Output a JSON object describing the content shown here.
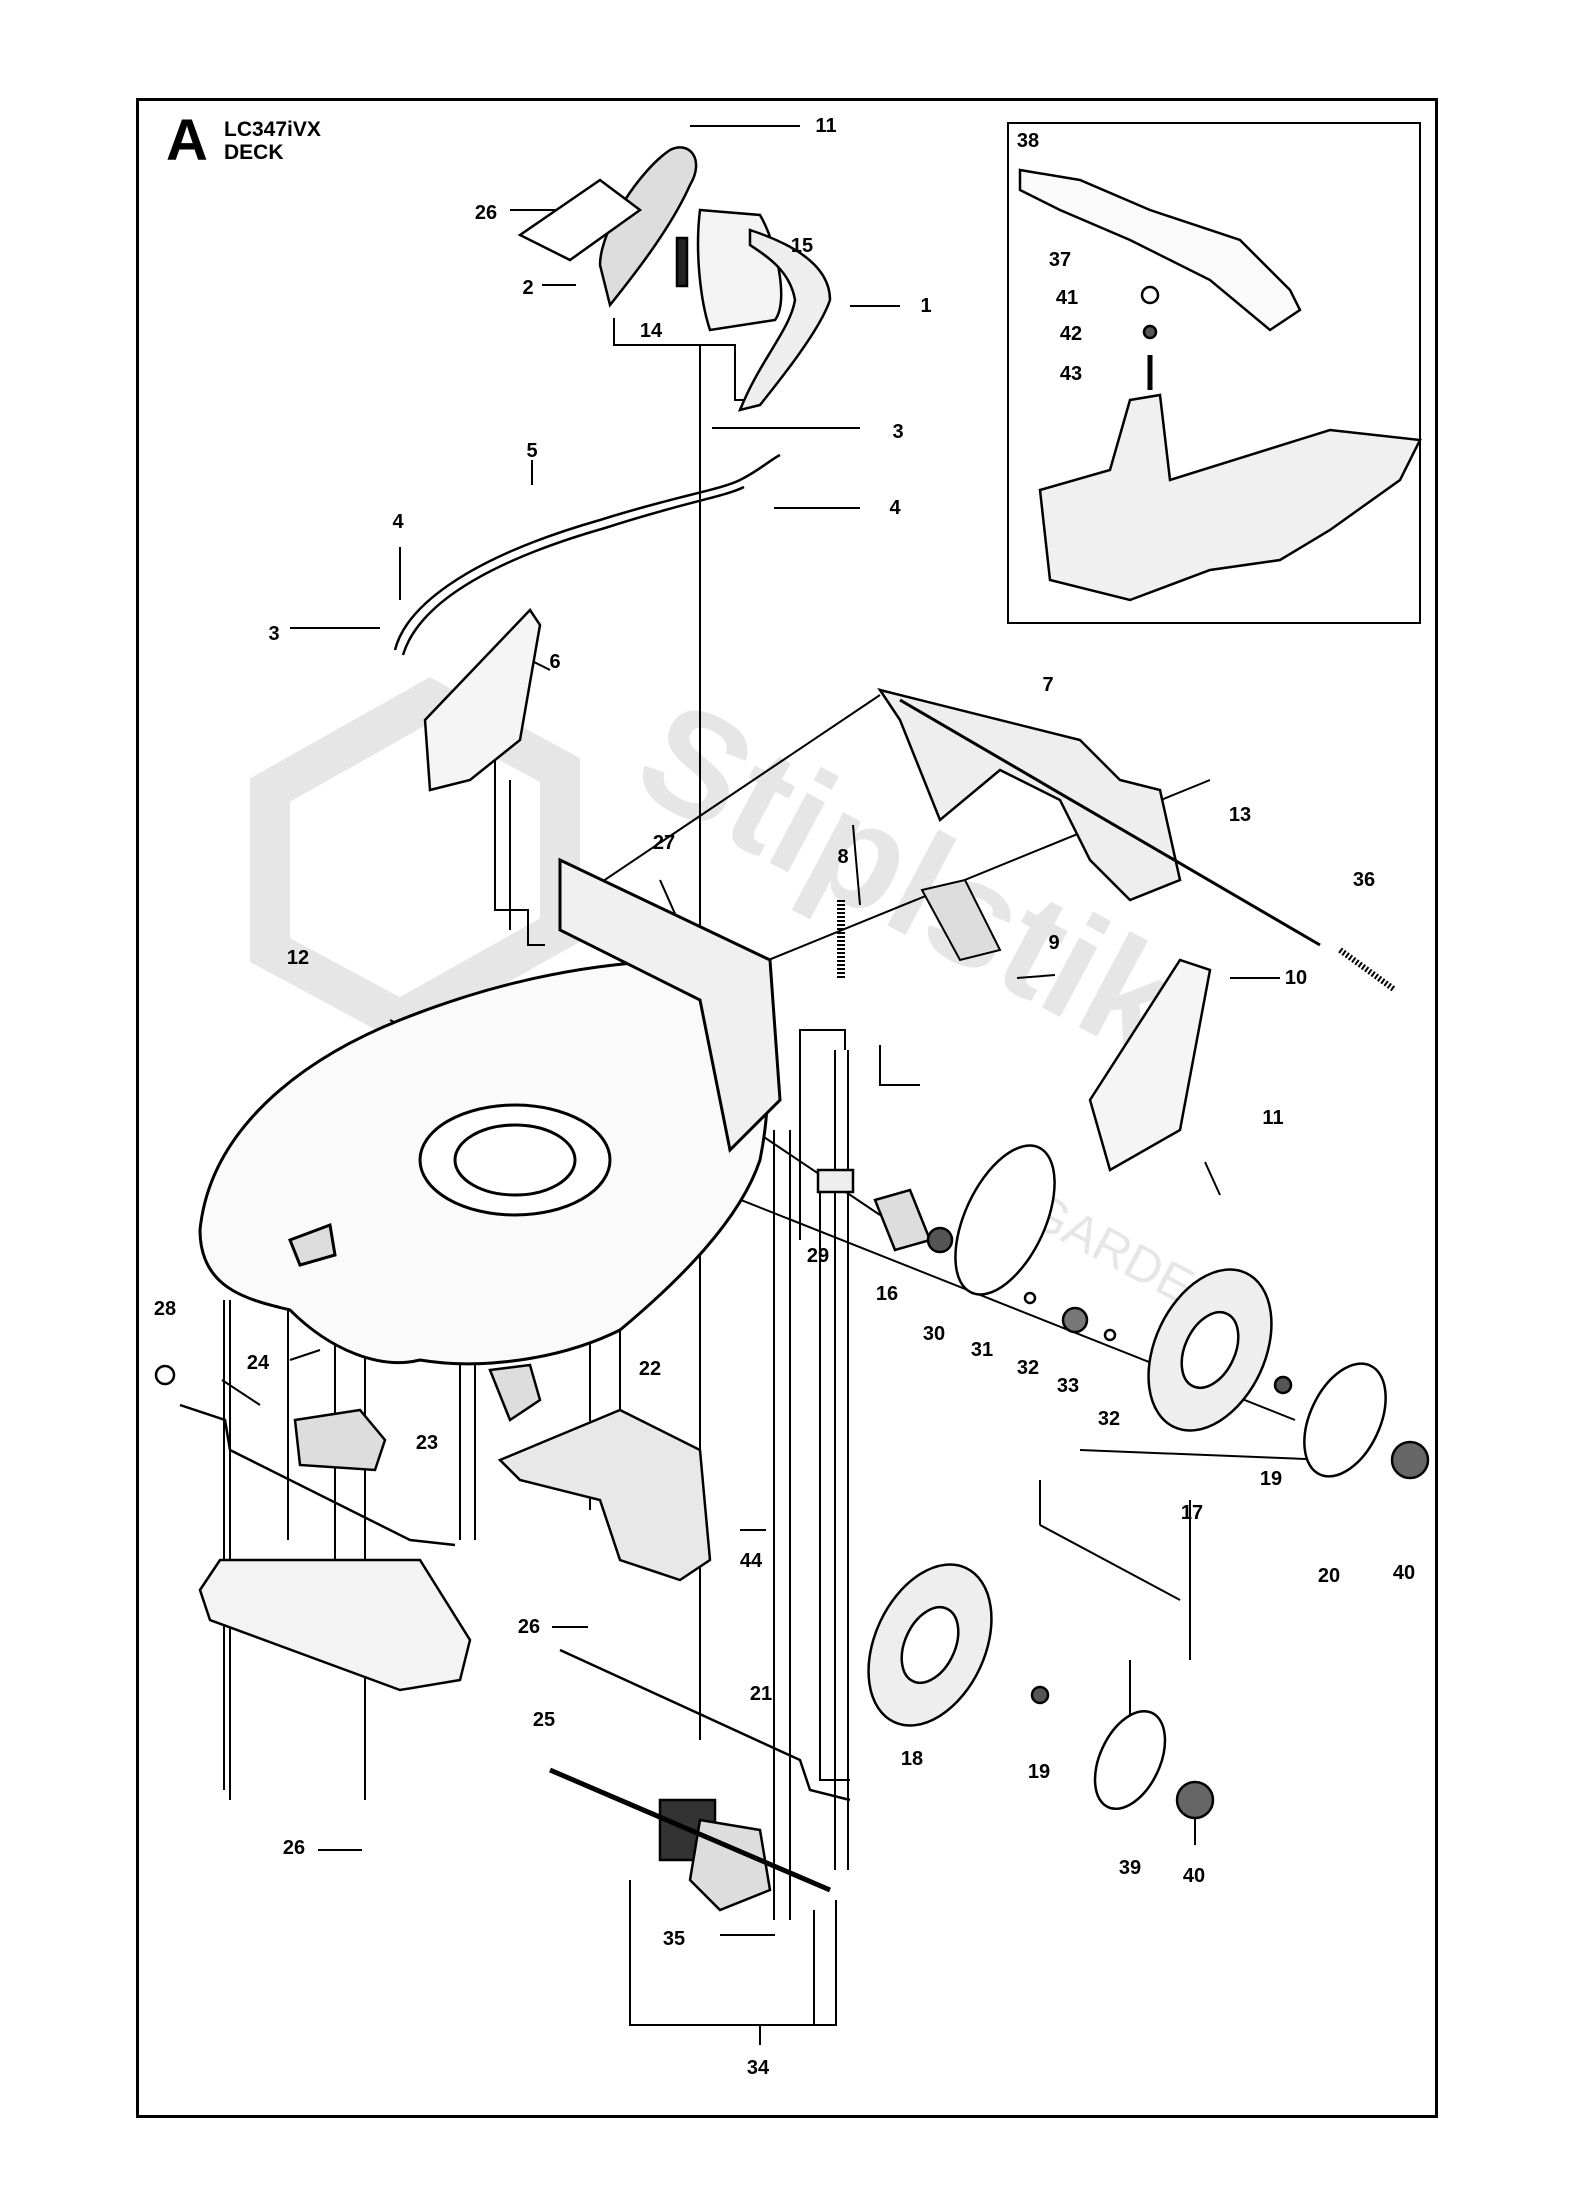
{
  "header": {
    "section_letter": "A",
    "model": "LC347iVX",
    "assembly": "DECK"
  },
  "callouts": {
    "c11a": "11",
    "c26a": "26",
    "c15": "15",
    "c2": "2",
    "c1": "1",
    "c14": "14",
    "c3a": "3",
    "c5": "5",
    "c4a": "4",
    "c4b": "4",
    "c3b": "3",
    "c6": "6",
    "c7": "7",
    "c13": "13",
    "c36": "36",
    "c27": "27",
    "c8": "8",
    "c9": "9",
    "c10": "10",
    "c12": "12",
    "c11b": "11",
    "c29": "29",
    "c16": "16",
    "c30": "30",
    "c31": "31",
    "c32a": "32",
    "c33": "33",
    "c32b": "32",
    "c28": "28",
    "c24": "24",
    "c22": "22",
    "c23": "23",
    "c17": "17",
    "c19a": "19",
    "c20": "20",
    "c40a": "40",
    "c44": "44",
    "c26b": "26",
    "c25": "25",
    "c21": "21",
    "c18": "18",
    "c19b": "19",
    "c39": "39",
    "c40b": "40",
    "c26c": "26",
    "c35": "35",
    "c34": "34",
    "c38": "38",
    "c37": "37",
    "c41": "41",
    "c42": "42",
    "c43": "43"
  },
  "watermark": {
    "text": "Stiplstik",
    "subtext": "GARDEN"
  }
}
